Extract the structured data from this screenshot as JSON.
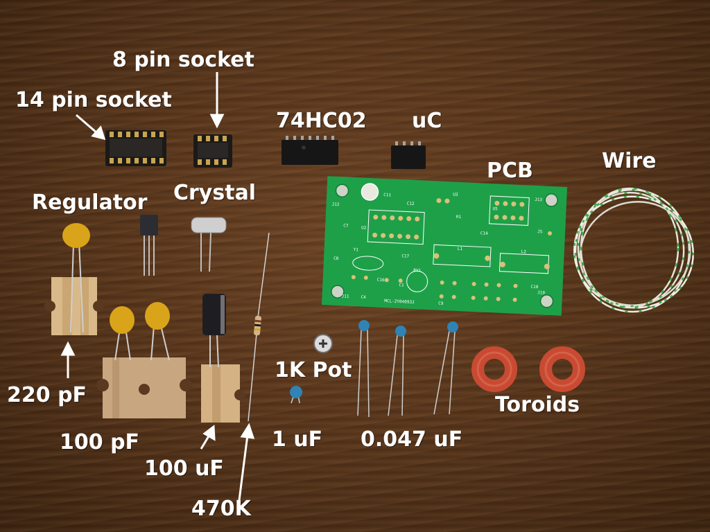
{
  "labels": {
    "eight_pin_socket": "8 pin socket",
    "fourteen_pin_socket": "14 pin socket",
    "ic_74hc02": "74HC02",
    "uc": "uC",
    "pcb": "PCB",
    "wire": "Wire",
    "regulator": "Regulator",
    "crystal": "Crystal",
    "c220pf": "220 pF",
    "c100pf": "100 pF",
    "c100uf": "100 uF",
    "r470k": "470K",
    "pot1k": "1K Pot",
    "c1uf": "1 uF",
    "c0047uf": "0.047 uF",
    "toroids": "Toroids"
  },
  "pcb_marking": {
    "serial": "MCL-2Y04093J",
    "refs": [
      "C11",
      "U3",
      "J13",
      "C12",
      "J12",
      "R1",
      "U5",
      "U2",
      "C7",
      "C14",
      "J5",
      "L1",
      "L2",
      "Y1",
      "C17",
      "RV1",
      "C8",
      "C16",
      "C1",
      "C9",
      "C10",
      "J11",
      "C4",
      "J10"
    ]
  },
  "colors": {
    "table": "#553319",
    "pcb": "#1fa54a",
    "label_text": "#ffffff",
    "toroid": "#c94a32",
    "ceramic_cap": "#d9a419",
    "wire_stripe": "#3fae4a"
  }
}
